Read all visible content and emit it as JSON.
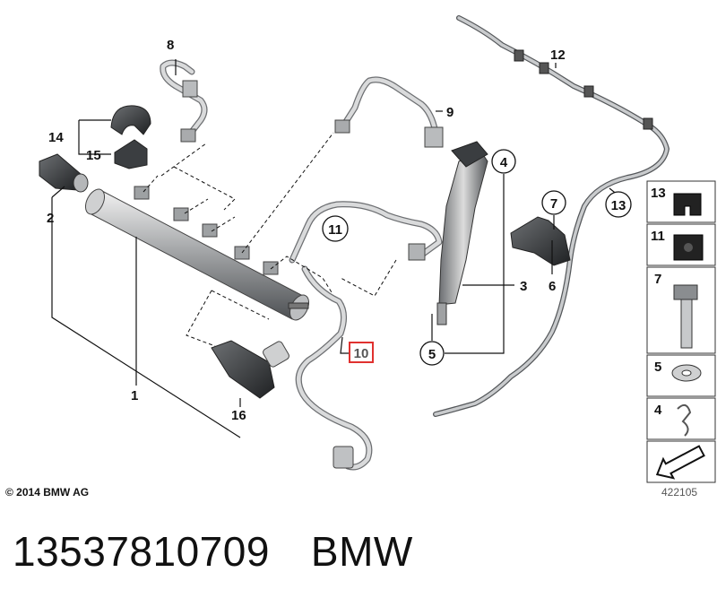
{
  "diagram": {
    "callouts": {
      "c1": "1",
      "c2": "2",
      "c3": "3",
      "c4": "4",
      "c5": "5",
      "c6": "6",
      "c7": "7",
      "c8": "8",
      "c9": "9",
      "c10": "10",
      "c11": "11",
      "c12": "12",
      "c13": "13",
      "c14": "14",
      "c15": "15",
      "c16": "16"
    },
    "side_panel": [
      "13",
      "11",
      "7",
      "5",
      "4"
    ],
    "highlighted_callout": "10",
    "highlight_color": "#e0312f",
    "copyright": "© 2014 BMW AG",
    "diagram_number": "422105"
  },
  "footer": {
    "part_number": "13537810709",
    "brand": "BMW"
  }
}
